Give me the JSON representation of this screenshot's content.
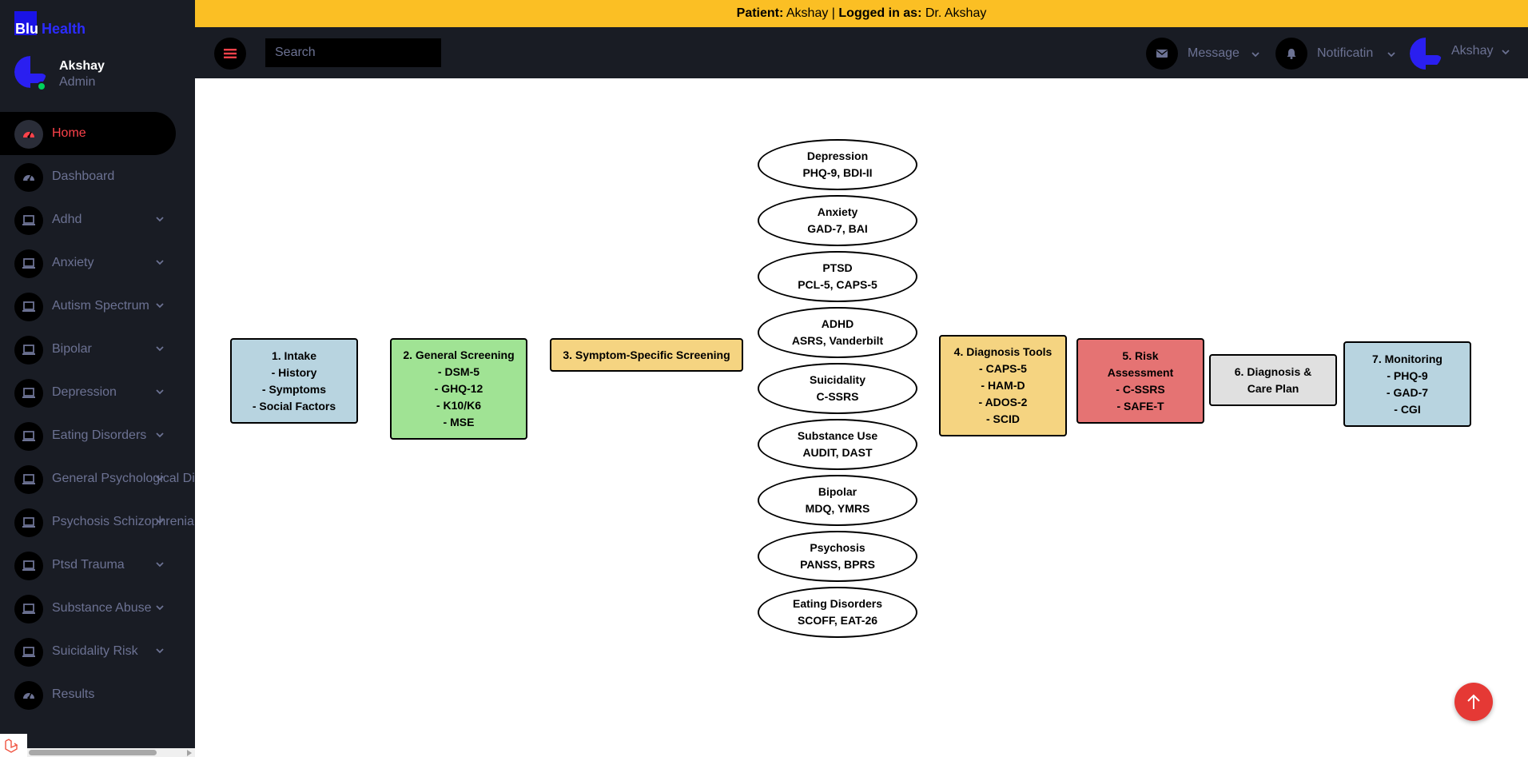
{
  "brand": {
    "part1": "Blu",
    "part2": "Health"
  },
  "profile": {
    "name": "Akshay",
    "role": "Admin"
  },
  "sidebar": {
    "items": [
      {
        "label": "Home",
        "icon": "speedometer-icon",
        "active": true,
        "chevron": false
      },
      {
        "label": "Dashboard",
        "icon": "speedometer-icon",
        "chevron": false
      },
      {
        "label": "Adhd",
        "icon": "laptop-icon",
        "chevron": true
      },
      {
        "label": "Anxiety",
        "icon": "laptop-icon",
        "chevron": true
      },
      {
        "label": "Autism Spectrum",
        "icon": "laptop-icon",
        "chevron": true
      },
      {
        "label": "Bipolar",
        "icon": "laptop-icon",
        "chevron": true
      },
      {
        "label": "Depression",
        "icon": "laptop-icon",
        "chevron": true
      },
      {
        "label": "Eating Disorders",
        "icon": "laptop-icon",
        "chevron": true
      },
      {
        "label": "General Psychological Di",
        "icon": "laptop-icon",
        "chevron": true
      },
      {
        "label": "Psychosis Schizophrenia",
        "icon": "laptop-icon",
        "chevron": true
      },
      {
        "label": "Ptsd Trauma",
        "icon": "laptop-icon",
        "chevron": true
      },
      {
        "label": "Substance Abuse",
        "icon": "laptop-icon",
        "chevron": true
      },
      {
        "label": "Suicidality Risk",
        "icon": "laptop-icon",
        "chevron": true
      },
      {
        "label": "Results",
        "icon": "speedometer-icon",
        "chevron": false
      }
    ]
  },
  "patient_bar": {
    "patient_label": "Patient:",
    "patient_name": "Akshay",
    "separator": "|",
    "logged_label": "Logged in as:",
    "logged_name": "Dr. Akshay"
  },
  "navbar": {
    "search_placeholder": "Search",
    "message_label": "Message",
    "notification_label": "Notificatin",
    "user_label": "Akshay"
  },
  "diagram": {
    "steps": [
      {
        "id": "intake",
        "text": "1. Intake\n- History\n- Symptoms\n- Social Factors",
        "color": "#b8d4e0"
      },
      {
        "id": "general-screening",
        "text": "2. General Screening\n- DSM-5\n- GHQ-12\n- K10/K6\n- MSE",
        "color": "#a0e394"
      },
      {
        "id": "symptom-screening",
        "text": "3. Symptom-Specific Screening",
        "color": "#f5d481"
      },
      {
        "id": "diagnosis-tools",
        "text": "4. Diagnosis Tools\n- CAPS-5\n- HAM-D\n- ADOS-2\n- SCID",
        "color": "#f5d481"
      },
      {
        "id": "risk-assessment",
        "text": "5. Risk\nAssessment\n- C-SSRS\n- SAFE-T",
        "color": "#e57373"
      },
      {
        "id": "care-plan",
        "text": "6. Diagnosis &\nCare Plan",
        "color": "#e0e0e0"
      },
      {
        "id": "monitoring",
        "text": "7. Monitoring\n- PHQ-9\n- GAD-7\n- CGI",
        "color": "#b8d4e0"
      }
    ],
    "conditions": [
      {
        "name": "Depression",
        "tools": "PHQ-9, BDI-II"
      },
      {
        "name": "Anxiety",
        "tools": "GAD-7, BAI"
      },
      {
        "name": "PTSD",
        "tools": "PCL-5, CAPS-5"
      },
      {
        "name": "ADHD",
        "tools": "ASRS, Vanderbilt"
      },
      {
        "name": "Suicidality",
        "tools": "C-SSRS"
      },
      {
        "name": "Substance Use",
        "tools": "AUDIT, DAST"
      },
      {
        "name": "Bipolar",
        "tools": "MDQ, YMRS"
      },
      {
        "name": "Psychosis",
        "tools": "PANSS, BPRS"
      },
      {
        "name": "Eating Disorders",
        "tools": "SCOFF, EAT-26"
      }
    ]
  },
  "colors": {
    "accent_red": "#fc424a",
    "patient_bar": "#fbbf24",
    "sidebar_bg": "#191c24",
    "fab": "#e53935"
  }
}
